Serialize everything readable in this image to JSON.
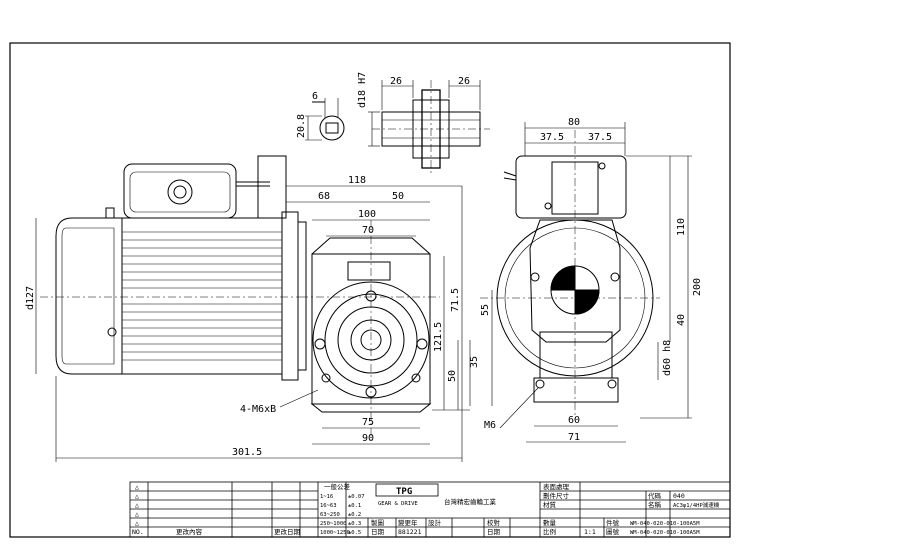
{
  "dims": {
    "key_width": "6",
    "key_height": "20.8",
    "bore": "d18 H7",
    "shaft_left": "26",
    "shaft_right": "26",
    "overall_top": "118",
    "left_68": "68",
    "right_50": "50",
    "width_100": "100",
    "width_70": "70",
    "motor_dia": "d127",
    "height_121_5": "121.5",
    "height_71_5": "71.5",
    "height_50": "50",
    "bolt_label": "4-M6xB",
    "base_75": "75",
    "base_90": "90",
    "total_length": "301.5",
    "side_80": "80",
    "side_37_5_a": "37.5",
    "side_37_5_b": "37.5",
    "side_110": "110",
    "side_200": "200",
    "side_40": "40",
    "side_d60": "d60 h8",
    "side_55": "55",
    "side_35": "35",
    "side_m6": "M6",
    "side_60": "60",
    "side_71": "71"
  },
  "title_block": {
    "tolerance_header": "一般公差",
    "tol_rows": [
      {
        "range": "1~16",
        "tol": "±0.07"
      },
      {
        "range": "16~63",
        "tol": "±0.1"
      },
      {
        "range": "63~250",
        "tol": "±0.2"
      },
      {
        "range": "250~1000",
        "tol": "±0.3"
      },
      {
        "range": "1000~1250",
        "tol": "±0.5"
      }
    ],
    "company": "台灣精宏齒輪工業",
    "brand": "TPG",
    "brand_sub": "GEAR & DRIVE",
    "draw_label": "製圖",
    "draw_no_label": "變更年",
    "design_label": "設計",
    "check_label": "校對",
    "date_label": "日期",
    "date_value": "881221",
    "left_labels": [
      "△",
      "△",
      "△",
      "△",
      "△",
      "NO."
    ],
    "change_label": "更改內容",
    "change_date_label": "更改日期",
    "mfg_label": "表面處理",
    "material_label": "劃件尺寸",
    "mat_label": "材質",
    "qty_label": "數量",
    "scale_label": "比例",
    "scale_value": "1:1",
    "code_label": "代碼",
    "code_value": "040",
    "name_label": "名稱",
    "name_value": "AC3φ1/4HP減速機",
    "part_label": "件號",
    "part_value": "WM-040-020-010-100A5M",
    "dwg_label": "圖號",
    "dwg_value": "WM-040-020-010-100A5M"
  }
}
